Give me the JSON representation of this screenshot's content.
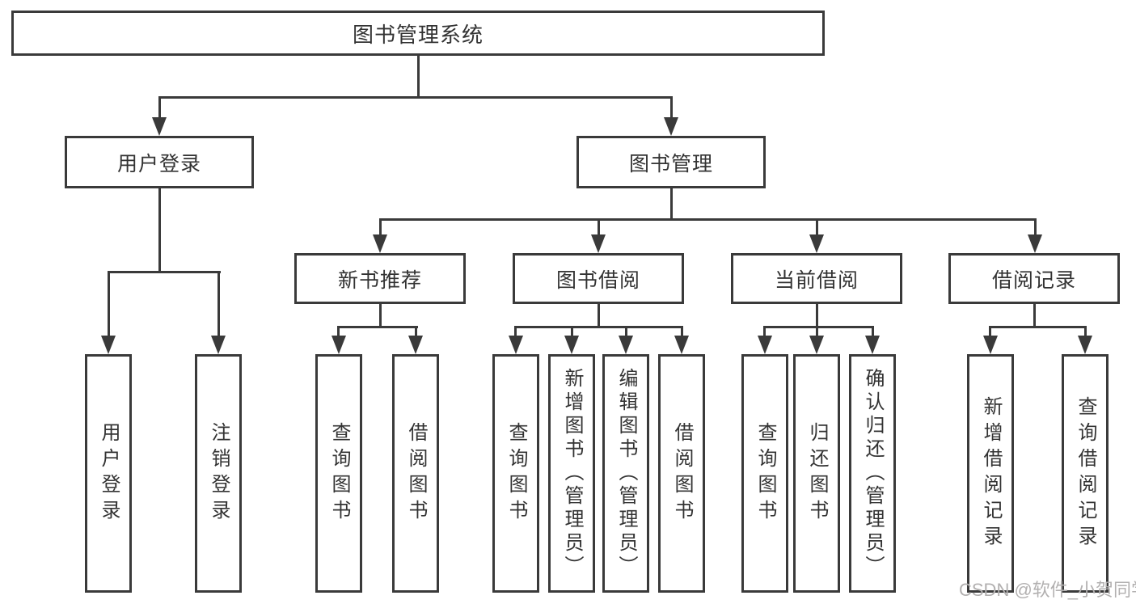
{
  "colors": {
    "background": "#ffffff",
    "line": "#3a3a3a",
    "box_fill": "#ffffff",
    "text": "#333333",
    "watermark": "#b2b0b0"
  },
  "diagram": {
    "type": "tree",
    "title": "图书管理系统",
    "branches": [
      {
        "label": "用户登录",
        "children": [
          {
            "label": "用户登录"
          },
          {
            "label": "注销登录"
          }
        ]
      },
      {
        "label": "图书管理",
        "children": [
          {
            "label": "新书推荐",
            "children": [
              {
                "label": "查询图书"
              },
              {
                "label": "借阅图书"
              }
            ]
          },
          {
            "label": "图书借阅",
            "children": [
              {
                "label": "查询图书"
              },
              {
                "label": "新增图书（管理员）"
              },
              {
                "label": "编辑图书（管理员）"
              },
              {
                "label": "借阅图书"
              }
            ]
          },
          {
            "label": "当前借阅",
            "children": [
              {
                "label": "查询图书"
              },
              {
                "label": "归还图书"
              },
              {
                "label": "确认归还（管理员）"
              }
            ]
          },
          {
            "label": "借阅记录",
            "children": [
              {
                "label": "新增借阅记录"
              },
              {
                "label": "查询借阅记录"
              }
            ]
          }
        ]
      }
    ]
  },
  "watermark": {
    "text": "CSDN @软件_小贺同学"
  }
}
